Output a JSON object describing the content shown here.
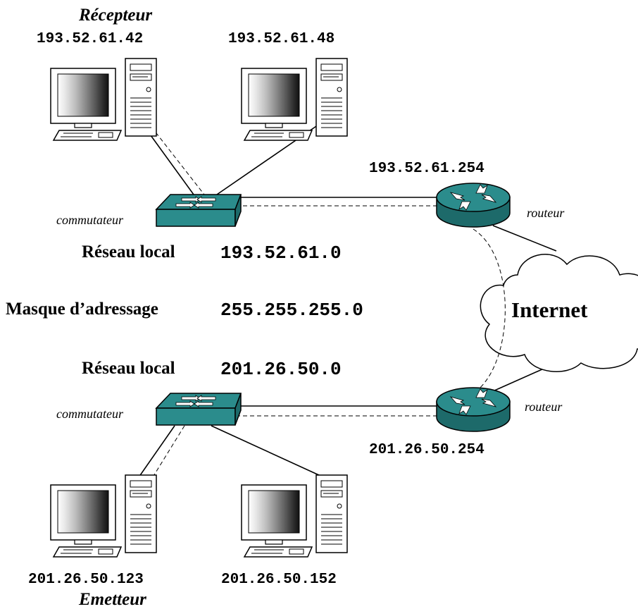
{
  "receiver": {
    "role": "Récepteur",
    "ip": "193.52.61.42"
  },
  "host_top_right": {
    "ip": "193.52.61.48"
  },
  "sender": {
    "role": "Emetteur",
    "ip": "201.26.50.123"
  },
  "host_bottom_right": {
    "ip": "201.26.50.152"
  },
  "switch_top": {
    "label": "commutateur"
  },
  "switch_bottom": {
    "label": "commutateur"
  },
  "router_top": {
    "label": "routeur",
    "ip": "193.52.61.254"
  },
  "router_bottom": {
    "label": "routeur",
    "ip": "201.26.50.254"
  },
  "network_top": {
    "label": "Réseau local",
    "address": "193.52.61.0"
  },
  "mask": {
    "label": "Masque d’adressage",
    "value": "255.255.255.0"
  },
  "network_bottom": {
    "label": "Réseau local",
    "address": "201.26.50.0"
  },
  "cloud": {
    "label": "Internet"
  },
  "colors": {
    "device_teal": "#2b8c8c",
    "device_teal_dark": "#1d6a6a",
    "line": "#000000"
  }
}
